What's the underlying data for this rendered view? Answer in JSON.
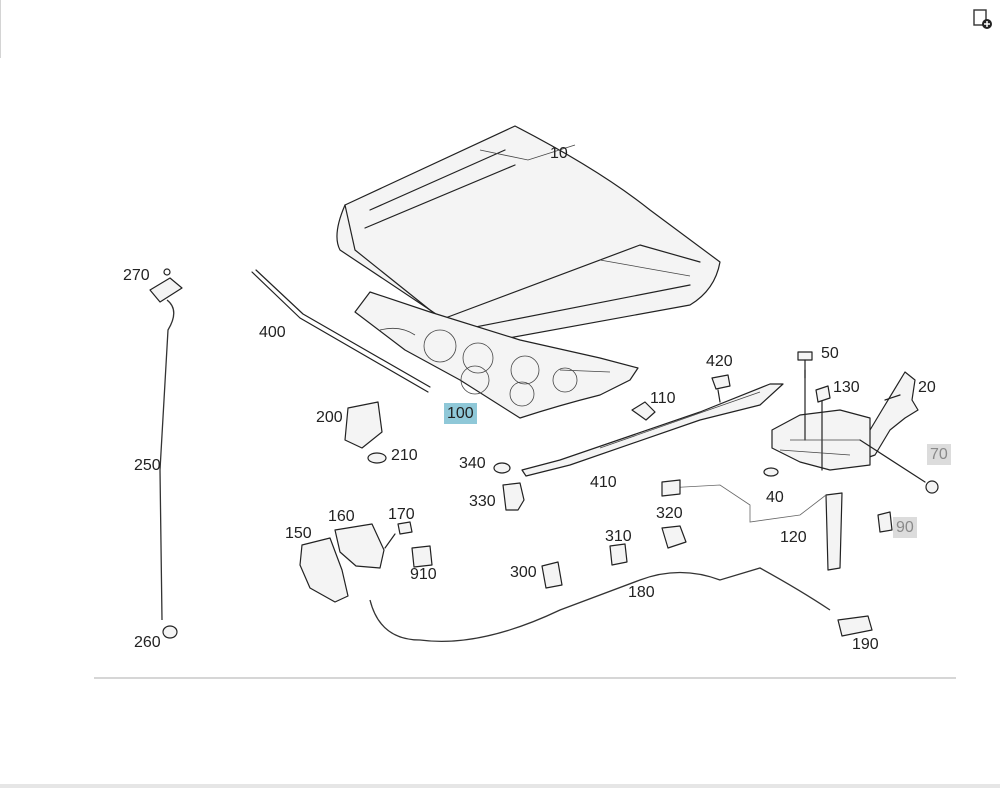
{
  "callouts": [
    {
      "id": "10",
      "label": "10",
      "style": "plain"
    },
    {
      "id": "20",
      "label": "20",
      "style": "plain"
    },
    {
      "id": "40",
      "label": "40",
      "style": "plain"
    },
    {
      "id": "50",
      "label": "50",
      "style": "plain"
    },
    {
      "id": "70",
      "label": "70",
      "style": "grey"
    },
    {
      "id": "90",
      "label": "90",
      "style": "grey"
    },
    {
      "id": "100",
      "label": "100",
      "style": "selected"
    },
    {
      "id": "110",
      "label": "110",
      "style": "plain"
    },
    {
      "id": "120",
      "label": "120",
      "style": "plain"
    },
    {
      "id": "130",
      "label": "130",
      "style": "plain"
    },
    {
      "id": "150",
      "label": "150",
      "style": "plain"
    },
    {
      "id": "160",
      "label": "160",
      "style": "plain"
    },
    {
      "id": "170",
      "label": "170",
      "style": "plain"
    },
    {
      "id": "180",
      "label": "180",
      "style": "plain"
    },
    {
      "id": "190",
      "label": "190",
      "style": "plain"
    },
    {
      "id": "200",
      "label": "200",
      "style": "plain"
    },
    {
      "id": "210",
      "label": "210",
      "style": "plain"
    },
    {
      "id": "250",
      "label": "250",
      "style": "plain"
    },
    {
      "id": "260",
      "label": "260",
      "style": "plain"
    },
    {
      "id": "270",
      "label": "270",
      "style": "plain"
    },
    {
      "id": "300",
      "label": "300",
      "style": "plain"
    },
    {
      "id": "310",
      "label": "310",
      "style": "plain"
    },
    {
      "id": "320",
      "label": "320",
      "style": "plain"
    },
    {
      "id": "330",
      "label": "330",
      "style": "plain"
    },
    {
      "id": "340",
      "label": "340",
      "style": "plain"
    },
    {
      "id": "400",
      "label": "400",
      "style": "plain"
    },
    {
      "id": "410",
      "label": "410",
      "style": "plain"
    },
    {
      "id": "420",
      "label": "420",
      "style": "plain"
    },
    {
      "id": "910",
      "label": "910",
      "style": "plain"
    }
  ],
  "colors": {
    "selected_highlight": "#8fc8d8",
    "grey_highlight": "#dcdcdc",
    "grey_text": "#8a8a8a",
    "text": "#222222",
    "separator": "#bdbdbd"
  },
  "toolbar": {
    "corner_icon": "add-to-document-icon"
  }
}
